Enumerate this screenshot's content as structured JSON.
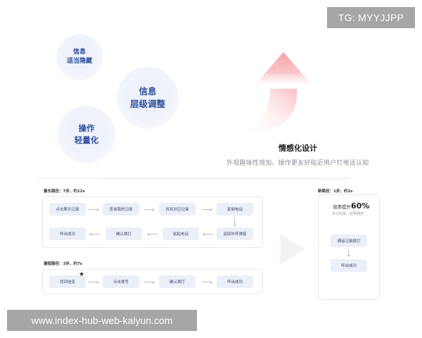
{
  "watermarks": {
    "top_right": "TG: MYYJJPP",
    "bottom_left": "www.index-hub-web-kaiyun.com"
  },
  "bubbles": [
    {
      "line1": "信息",
      "line2": "适当隐藏"
    },
    {
      "line1": "信息",
      "line2": "层级调整"
    },
    {
      "line1": "操作",
      "line2": "轻量化"
    }
  ],
  "emotional_design": {
    "icon": "up-arrow-icon",
    "title": "情感化设计",
    "description": "外观趣味性增加、操作更友好贴近用户打电话认知",
    "arrow_color": "#f7a8ad"
  },
  "longest_path": {
    "label": "最长路径：7步，约12s",
    "row1": [
      "点击聊天记录",
      "查询我的记录",
      "找到对应记录",
      "复制电话"
    ],
    "row2": [
      "呼出成功",
      "确认拨打",
      "粘贴电话",
      "返回外呼弹窗"
    ]
  },
  "shortest_path": {
    "label": "最短路径：3步，约7s",
    "steps": [
      "找到信息",
      "点击拨号",
      "确认拨打",
      "呼出成功"
    ],
    "marker": "★"
  },
  "new_path": {
    "label": "新路径：1步，约2s",
    "efficiency_prefix": "效率提升",
    "efficiency_value": "60%",
    "efficiency_sub": "多次回拨，效果翻倍",
    "steps": [
      "通话记录拨打",
      "呼出成功"
    ]
  },
  "colors": {
    "step_bg": "#eceffa",
    "bubble_text": "#2c4f9e",
    "watermark_bg": "#a6a6a6"
  }
}
